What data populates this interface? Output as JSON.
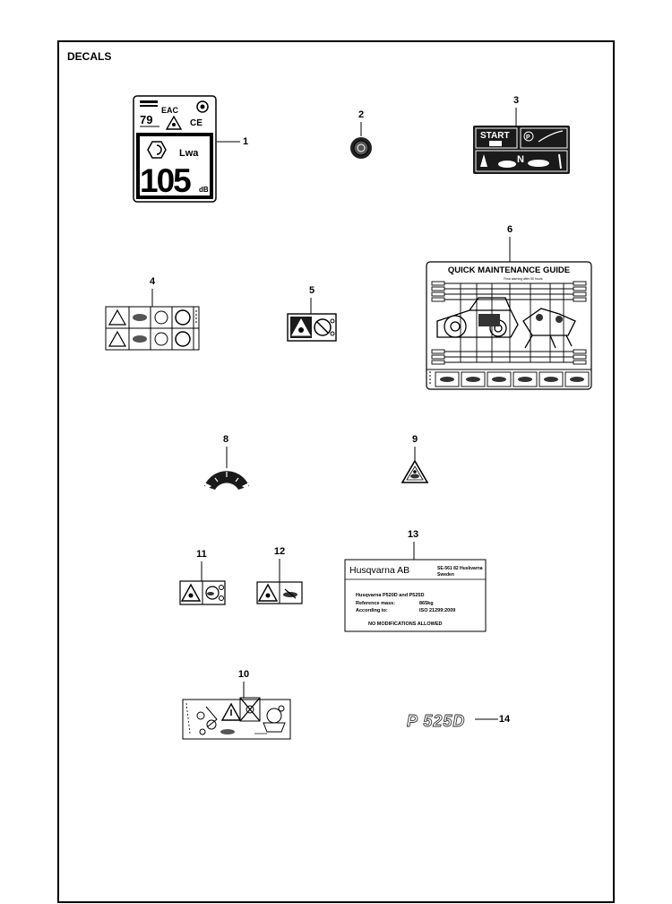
{
  "page": {
    "title": "DECALS"
  },
  "callouts": [
    "1",
    "2",
    "3",
    "4",
    "5",
    "6",
    "8",
    "9",
    "10",
    "11",
    "12",
    "13",
    "14"
  ],
  "decal_1": {
    "code": "79",
    "sound": "105",
    "unit": "dB",
    "lwa": "Lwa",
    "eac": "EAC"
  },
  "decal_3": {
    "start": "START",
    "park": "P",
    "neutral": "N"
  },
  "decal_6": {
    "title": "QUICK MAINTENANCE GUIDE",
    "subtitle": "Final warning after 50 hours"
  },
  "decal_13": {
    "company": "Husqvarna AB",
    "address_line1": "SE-561 82 Huskvarna",
    "address_line2": "Sweden",
    "models": "Husqvarna P520D and P525D",
    "mass_label": "Reference mass:",
    "mass_value": "865kg",
    "standard_label": "According to:",
    "standard_value": "ISO 21299:2009",
    "notice": "NO MODIFICATIONS ALLOWED"
  },
  "decal_14": {
    "model": "P 525D"
  }
}
